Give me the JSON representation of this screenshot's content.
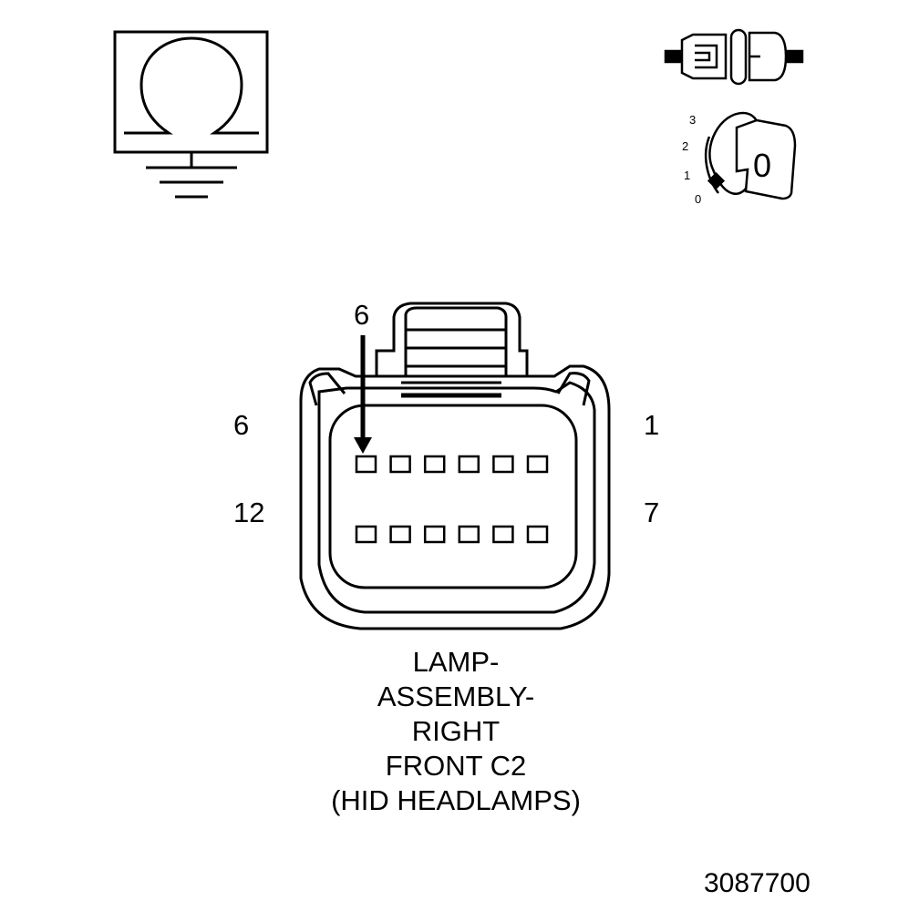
{
  "connector": {
    "title_lines": [
      "LAMP-",
      "ASSEMBLY-",
      "RIGHT",
      "FRONT C2",
      "(HID HEADLAMPS)"
    ],
    "pin_callout": "6",
    "corner_labels": {
      "top_left": "6",
      "top_right": "1",
      "bottom_left": "12",
      "bottom_right": "7"
    },
    "rows": 2,
    "pins_per_row": 6
  },
  "ignition_switch": {
    "positions": [
      "3",
      "2",
      "1",
      "0"
    ],
    "key_label": "0"
  },
  "figure_id": "3087700",
  "icons": [
    "ground-symbol-icon",
    "connector-disconnect-icon",
    "ignition-key-icon"
  ]
}
